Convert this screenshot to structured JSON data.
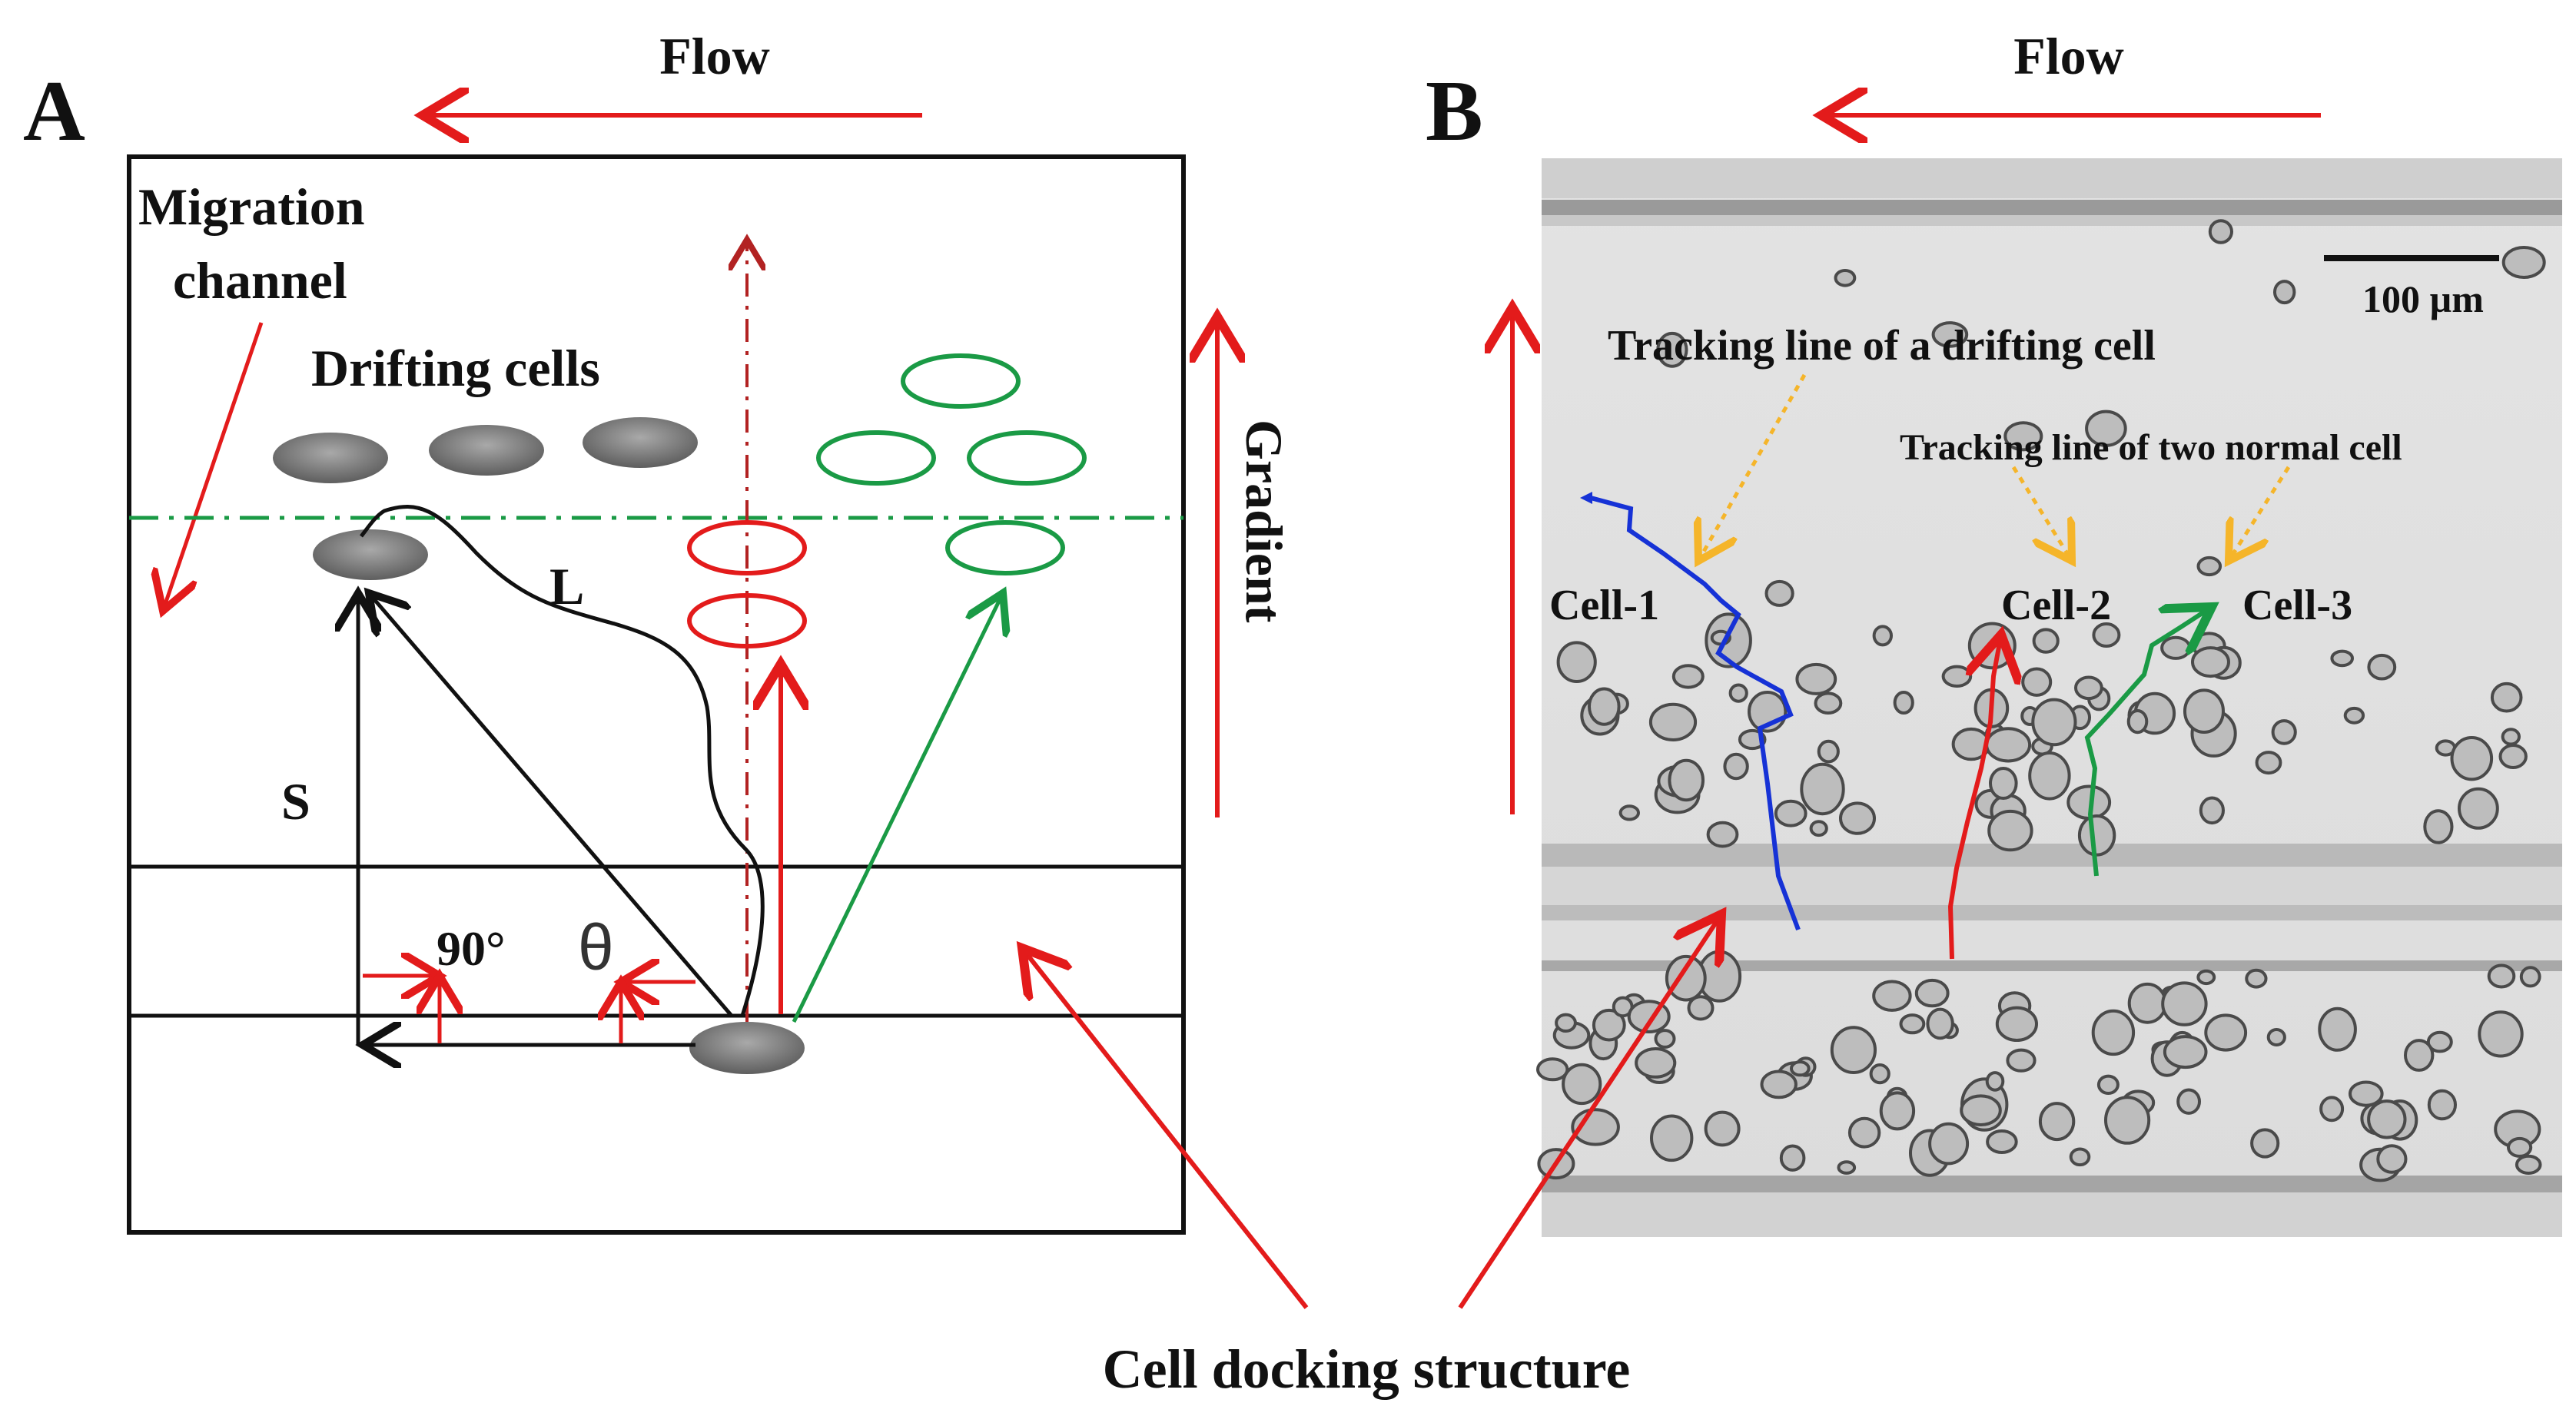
{
  "panel_a": {
    "letter": "A",
    "flow_label": "Flow",
    "migration_label_1": "Migration",
    "migration_label_2": "channel",
    "drifting_label": "Drifting cells",
    "gradient_label": "Gradient",
    "l_label": "L",
    "s_label": "S",
    "right_angle_label": "90°",
    "theta_label": "θ"
  },
  "panel_b": {
    "letter": "B",
    "flow_label": "Flow",
    "scale_label": "100 µm",
    "drift_track_label": "Tracking line of a drifting cell",
    "normal_track_label": "Tracking line of two normal cell",
    "cell_1": "Cell-1",
    "cell_2": "Cell-2",
    "cell_3": "Cell-3"
  },
  "docking_label": "Cell docking structure",
  "colors": {
    "red": "#e31b1b",
    "darkred": "#b22222",
    "green": "#1a9a45",
    "blue": "#1632d6",
    "orange": "#f5b52a",
    "gray_cell": "#808080"
  }
}
